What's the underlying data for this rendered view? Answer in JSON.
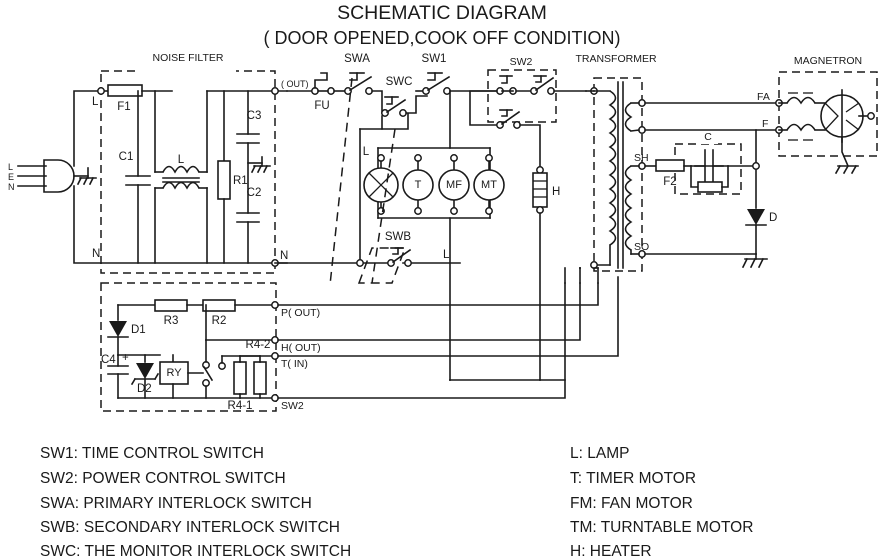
{
  "title": "SCHEMATIC DIAGRAM",
  "subtitle": "( DOOR OPENED,COOK OFF CONDITION)",
  "blocks": {
    "noise_filter": "NOISE FILTER",
    "transformer": "TRANSFORMER",
    "magnetron": "MAGNETRON",
    "sw2_box": "SW2",
    "cap_box": "C"
  },
  "plug": {
    "line": "L",
    "earth": "E",
    "neutral": "N"
  },
  "filter": {
    "f1": "F1",
    "c1": "C1",
    "choke": "L",
    "r1": "R1",
    "c3": "C3",
    "c2": "C2",
    "node_l": "L",
    "node_n_left": "N",
    "node_n_right": "N",
    "out": "( OUT)"
  },
  "switches": {
    "fu": "FU",
    "swa": "SWA",
    "swc": "SWC",
    "sw1": "SW1",
    "swb": "SWB",
    "node_l_right": "L"
  },
  "loads": {
    "lamp_label": "L",
    "lamp": "",
    "timer": "T",
    "fan": "MF",
    "turntable": "MT",
    "heater": "H"
  },
  "hv": {
    "fa": "FA",
    "f": "F",
    "sh": "SH",
    "so": "SO",
    "f2": "F2",
    "diode": "D"
  },
  "board": {
    "d1": "D1",
    "d2": "D2",
    "r2": "R2",
    "r3": "R3",
    "c4": "C4",
    "c4_polarity": "+",
    "ry": "RY",
    "r4_1": "R4-1",
    "r4_2": "R4-2",
    "term_p": "P(  OUT)",
    "term_h": "H(  OUT)",
    "term_t": "T(  IN)",
    "term_sw2": "SW2"
  },
  "legend": {
    "left": [
      "SW1: TIME CONTROL SWITCH",
      "SW2: POWER CONTROL SWITCH",
      "SWA: PRIMARY INTERLOCK SWITCH",
      "SWB: SECONDARY INTERLOCK SWITCH",
      "SWC: THE MONITOR INTERLOCK SWITCH"
    ],
    "right": [
      "L: LAMP",
      "T: TIMER MOTOR",
      "FM: FAN MOTOR",
      "TM: TURNTABLE MOTOR",
      "H: HEATER"
    ]
  },
  "colors": {
    "ink": "#1a1a1a",
    "paper": "#ffffff"
  }
}
